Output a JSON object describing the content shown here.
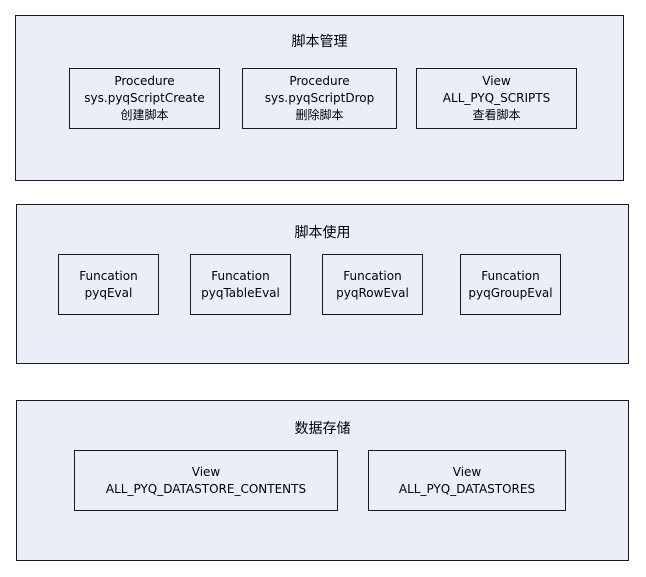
{
  "panels": [
    {
      "title": "脚本管理",
      "boxes": [
        {
          "lines": [
            "Procedure",
            "sys.pyqScriptCreate",
            "创建脚本"
          ]
        },
        {
          "lines": [
            "Procedure",
            "sys.pyqScriptDrop",
            "删除脚本"
          ]
        },
        {
          "lines": [
            "View",
            "ALL_PYQ_SCRIPTS",
            "查看脚本"
          ]
        }
      ]
    },
    {
      "title": "脚本使用",
      "boxes": [
        {
          "lines": [
            "Funcation",
            "pyqEval"
          ]
        },
        {
          "lines": [
            "Funcation",
            "pyqTableEval"
          ]
        },
        {
          "lines": [
            "Funcation",
            "pyqRowEval"
          ]
        },
        {
          "lines": [
            "Funcation",
            "pyqGroupEval"
          ]
        }
      ]
    },
    {
      "title": "数据存储",
      "boxes": [
        {
          "lines": [
            "View",
            "ALL_PYQ_DATASTORE_CONTENTS"
          ]
        },
        {
          "lines": [
            "View",
            "ALL_PYQ_DATASTORES"
          ]
        }
      ]
    }
  ]
}
